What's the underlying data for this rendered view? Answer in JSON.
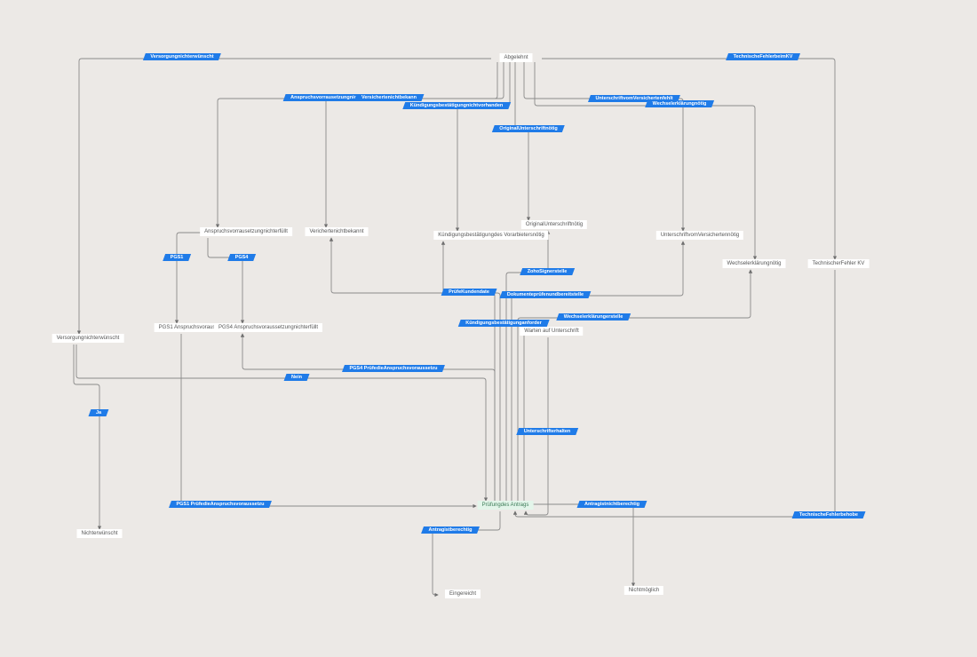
{
  "diagram": {
    "nodes": [
      {
        "id": "abgelehnt",
        "label": "Abgelehnt"
      },
      {
        "id": "anspruch_nicht",
        "label": "Anspruchsvorrausetzungnichterfüllt"
      },
      {
        "id": "versichert_unbekannt",
        "label": "Verichertenichtbekannt"
      },
      {
        "id": "kuendigung_noetig",
        "label": "Kündigungsbestätigungdes Vorarbietersnötig"
      },
      {
        "id": "original_noetig",
        "label": "OriginalUnterschriftnötig"
      },
      {
        "id": "unterschrift_versichert_noetig",
        "label": "UnterschriftvomVersichertennötig"
      },
      {
        "id": "wechsel_noetig",
        "label": "Wechselerklärungnötig"
      },
      {
        "id": "technischer_fehler",
        "label": "TechnischerFehler KV"
      },
      {
        "id": "versorgung_nicht",
        "label": "Versorgungnichterwünscht"
      },
      {
        "id": "pgs1_anspruch",
        "label": "PGS1 Anspruchsvorauss"
      },
      {
        "id": "pgs4_anspruch",
        "label": "PGS4 Anspruchsvoraussetzungnichterfüllt"
      },
      {
        "id": "warten",
        "label": "Warten auf Unterschrift"
      },
      {
        "id": "pruefung",
        "label": "Prüfungdes Antrags"
      },
      {
        "id": "nicht_erwuenscht",
        "label": "Nichterwünscht"
      },
      {
        "id": "eingereicht",
        "label": "Eingereicht"
      },
      {
        "id": "nicht_moeglich",
        "label": "Nichtmöglich"
      }
    ],
    "edge_labels": [
      {
        "id": "versorgung_label",
        "label": "Versorgungnichterwünscht"
      },
      {
        "id": "technisch_kv_label",
        "label": "TechnischeFehlerbeimKV"
      },
      {
        "id": "anspruch_label",
        "label": "Anspruchsvorrausetzungnicht"
      },
      {
        "id": "versichert_label",
        "label": "Versichertenichtbekann"
      },
      {
        "id": "kuendigung_label",
        "label": "Kündigungsbestätigungnichtvorhanden"
      },
      {
        "id": "unterschrift_versichert_label",
        "label": "UnterschriftvomVersichertenfehlt"
      },
      {
        "id": "wechsel_label",
        "label": "Wechselerklärungnötig"
      },
      {
        "id": "original_label",
        "label": "OriginalUnterschriftnötig"
      },
      {
        "id": "pgs1_label",
        "label": "PGS1"
      },
      {
        "id": "pgs4_label",
        "label": "PGS4"
      },
      {
        "id": "zoho_label",
        "label": "ZohoSignerstelle"
      },
      {
        "id": "pruefe_kunden_label",
        "label": "PrüfeKundendate"
      },
      {
        "id": "dokument_label",
        "label": "Dokumenteprüfenundbereitstelle"
      },
      {
        "id": "wechsel_erstellen_label",
        "label": "Wechselerklärungerstelle"
      },
      {
        "id": "kuendigung_anfordern_label",
        "label": "Kündigungsbestätigunganforder"
      },
      {
        "id": "pgs4_pruefe_label",
        "label": "PGS4 PrüfedieAnspruchsvoraussetzu"
      },
      {
        "id": "nein_label",
        "label": "Nein"
      },
      {
        "id": "ja_label",
        "label": "Ja"
      },
      {
        "id": "unterschrift_erhalten_label",
        "label": "Unterschrifterhalten"
      },
      {
        "id": "pgs1_pruefe_label",
        "label": "PGS1 PrüfedieAnspruchsvoraussetzu"
      },
      {
        "id": "nicht_berechtigt_label",
        "label": "Antragistnichtberechtig"
      },
      {
        "id": "technisch_behoben_label",
        "label": "TechnischeFehlerbehobe"
      },
      {
        "id": "berechtigt_label",
        "label": "Antragistberechtig"
      }
    ]
  },
  "colors": {
    "background": "#ece9e6",
    "node": "#ffffff",
    "node_active": "#e3f5ea",
    "edge_label": "#1f7be8",
    "edge": "#8a8a8a"
  }
}
